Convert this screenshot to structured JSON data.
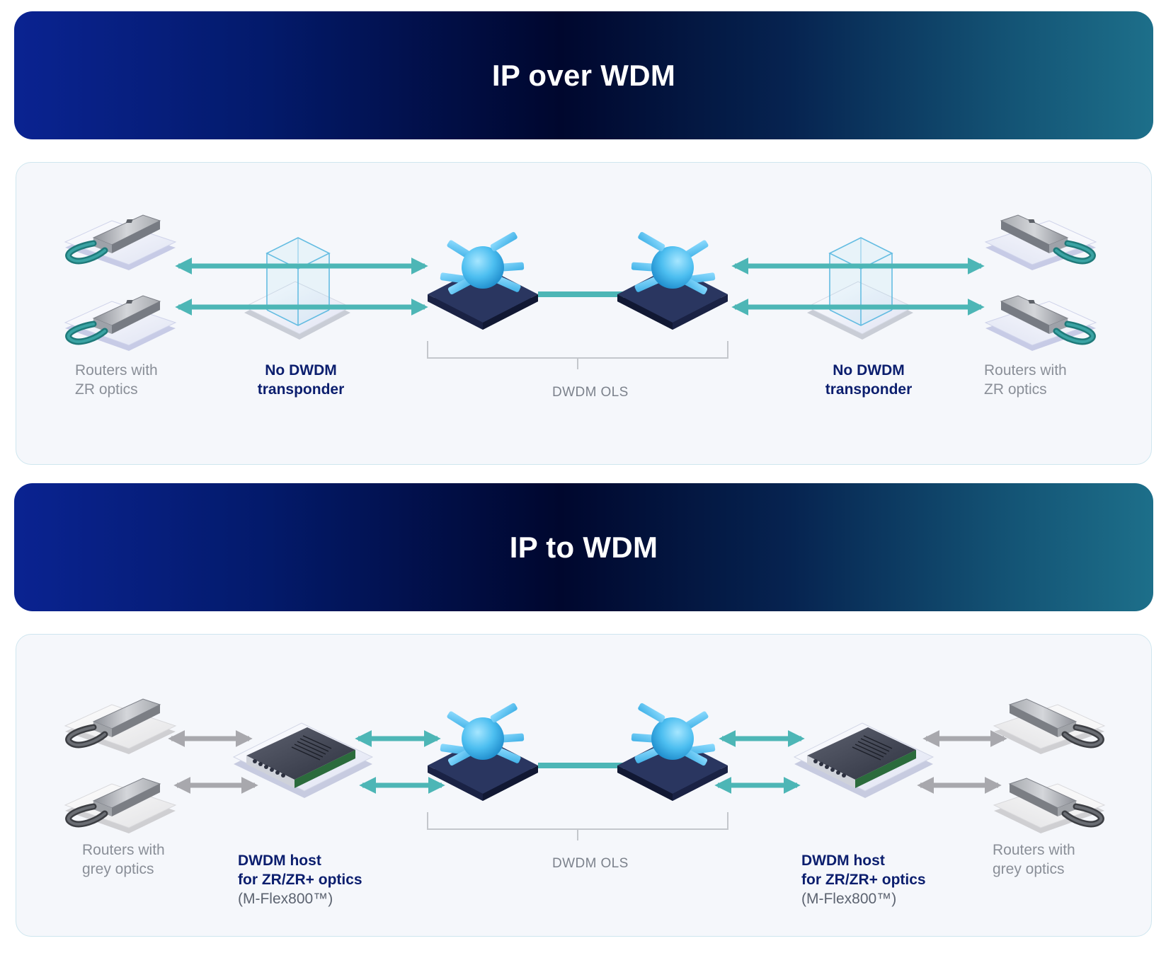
{
  "top": {
    "title": "IP over WDM",
    "left_router_label": "Routers with\nZR optics",
    "left_transponder_label": "No DWDM\ntransponder",
    "ols_label": "DWDM OLS",
    "right_transponder_label": "No DWDM\ntransponder",
    "right_router_label": "Routers with\nZR optics"
  },
  "bottom": {
    "title": "IP to WDM",
    "left_router_label": "Routers with\ngrey optics",
    "left_host_label": "DWDM host\nfor ZR/ZR+ optics",
    "left_host_sub": "(M-Flex800™)",
    "ols_label": "DWDM OLS",
    "right_host_label": "DWDM host\nfor ZR/ZR+ optics",
    "right_host_sub": "(M-Flex800™)",
    "right_router_label": "Routers with\ngrey optics"
  },
  "colors": {
    "link": "#4db6b6",
    "grey_link": "#a8a8ad",
    "navy_text": "#0b1e6e",
    "grey_text": "#8a8f98",
    "node_sphere": "#4cbef0",
    "node_base": "#26325a"
  }
}
